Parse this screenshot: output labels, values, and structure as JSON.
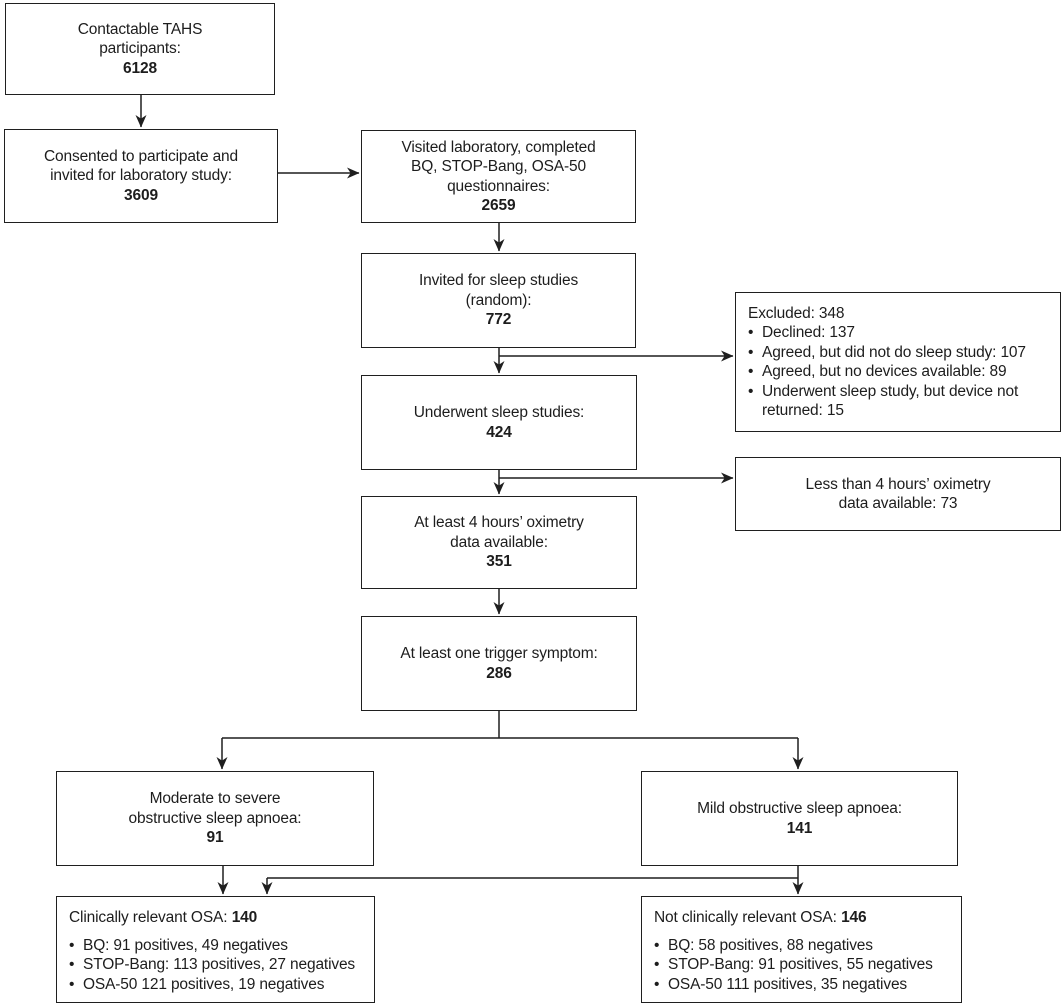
{
  "bullet": "•",
  "colors": {
    "line": "#1f1f1f",
    "text": "#1d1d1d",
    "box_bg": "#ffffff"
  },
  "nodes": {
    "contactable": {
      "lines": [
        "Contactable TAHS",
        "participants:"
      ],
      "value": "6128"
    },
    "consented": {
      "lines": [
        "Consented to participate and",
        "invited for laboratory study:"
      ],
      "value": "3609"
    },
    "visited": {
      "lines": [
        "Visited laboratory, completed",
        "BQ, STOP-Bang, OSA-50",
        "questionnaires:"
      ],
      "value": "2659"
    },
    "invited": {
      "lines": [
        "Invited for sleep studies",
        "(random):"
      ],
      "value": "772"
    },
    "excluded": {
      "title": "Excluded: 348",
      "items": [
        "Declined: 137",
        "Agreed, but did not do sleep study: 107",
        "Agreed, but no devices available: 89",
        "Underwent sleep study, but device not returned: 15"
      ]
    },
    "underwent": {
      "lines": [
        "Underwent sleep studies:"
      ],
      "value": "424"
    },
    "less_than_4h": {
      "lines": [
        "Less than 4 hours’ oximetry",
        "data available: 73"
      ]
    },
    "at_least_4h": {
      "lines": [
        "At least 4 hours’ oximetry",
        "data available:"
      ],
      "value": "351"
    },
    "trigger": {
      "lines": [
        "At least one trigger symptom:"
      ],
      "value": "286"
    },
    "moderate": {
      "lines": [
        "Moderate to severe",
        "obstructive sleep apnoea:"
      ],
      "value": "91"
    },
    "mild": {
      "lines": [
        "Mild obstructive sleep apnoea:"
      ],
      "value": "141"
    },
    "relevant": {
      "title": "Clinically relevant OSA:",
      "value": "140",
      "items": [
        "BQ: 91 positives, 49 negatives",
        "STOP-Bang: 113 positives, 27 negatives",
        "OSA-50 121 positives, 19 negatives"
      ]
    },
    "not_relevant": {
      "title": "Not clinically relevant OSA:",
      "value": "146",
      "items": [
        "BQ: 58 positives, 88 negatives",
        "STOP-Bang: 91 positives, 55 negatives",
        "OSA-50 111 positives, 35 negatives"
      ]
    }
  }
}
